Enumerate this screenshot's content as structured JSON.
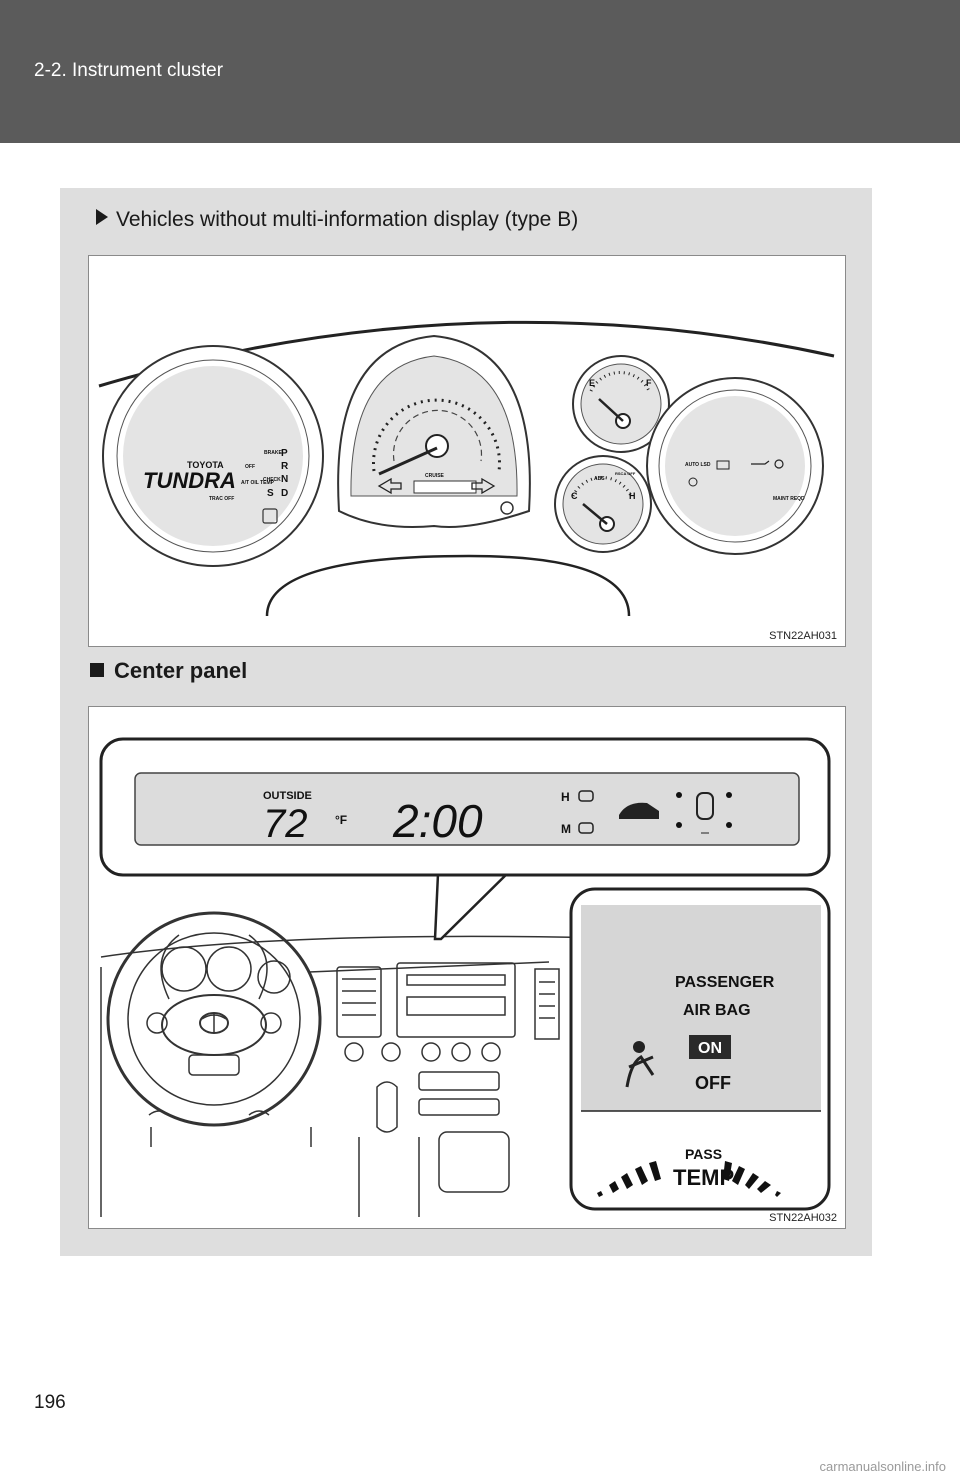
{
  "header": {
    "section_title": "2-2. Instrument cluster"
  },
  "panel": {
    "bullet_text": "Vehicles without multi-information display (type B)",
    "figure1": {
      "code": "STN22AH031",
      "cluster_labels": {
        "brand_top": "TOYOTA",
        "brand_main": "TUNDRA",
        "brake": "BRAKE",
        "off": "OFF",
        "check": "CHECK",
        "at_oil_temp": "A/T OIL TEMP",
        "trac_off": "TRAC OFF",
        "gear_p": "P",
        "gear_r": "R",
        "gear_n": "N",
        "gear_d": "D",
        "gear_s": "S",
        "cruise": "CRUISE",
        "fuel_e": "E",
        "fuel_f": "F",
        "temp_c": "C",
        "temp_h": "H",
        "abs": "ABS",
        "rsca_off": "RSCA OFF",
        "auto_led": "AUTO LSD",
        "maint_reqd": "MAINT REQD"
      }
    },
    "section_heading": "Center panel",
    "figure2": {
      "code": "STN22AH032",
      "display": {
        "outside_label": "OUTSIDE",
        "temperature": "72",
        "unit": "°F",
        "clock": "2:00",
        "h_label": "H",
        "m_label": "M"
      },
      "airbag_panel": {
        "line1": "PASSENGER",
        "line2": "AIR BAG",
        "on": "ON",
        "off": "OFF"
      },
      "pass_temp": {
        "pass": "PASS",
        "temp": "TEMP"
      }
    }
  },
  "footer": {
    "page_number": "196",
    "watermark": "carmanualsonline.info"
  }
}
